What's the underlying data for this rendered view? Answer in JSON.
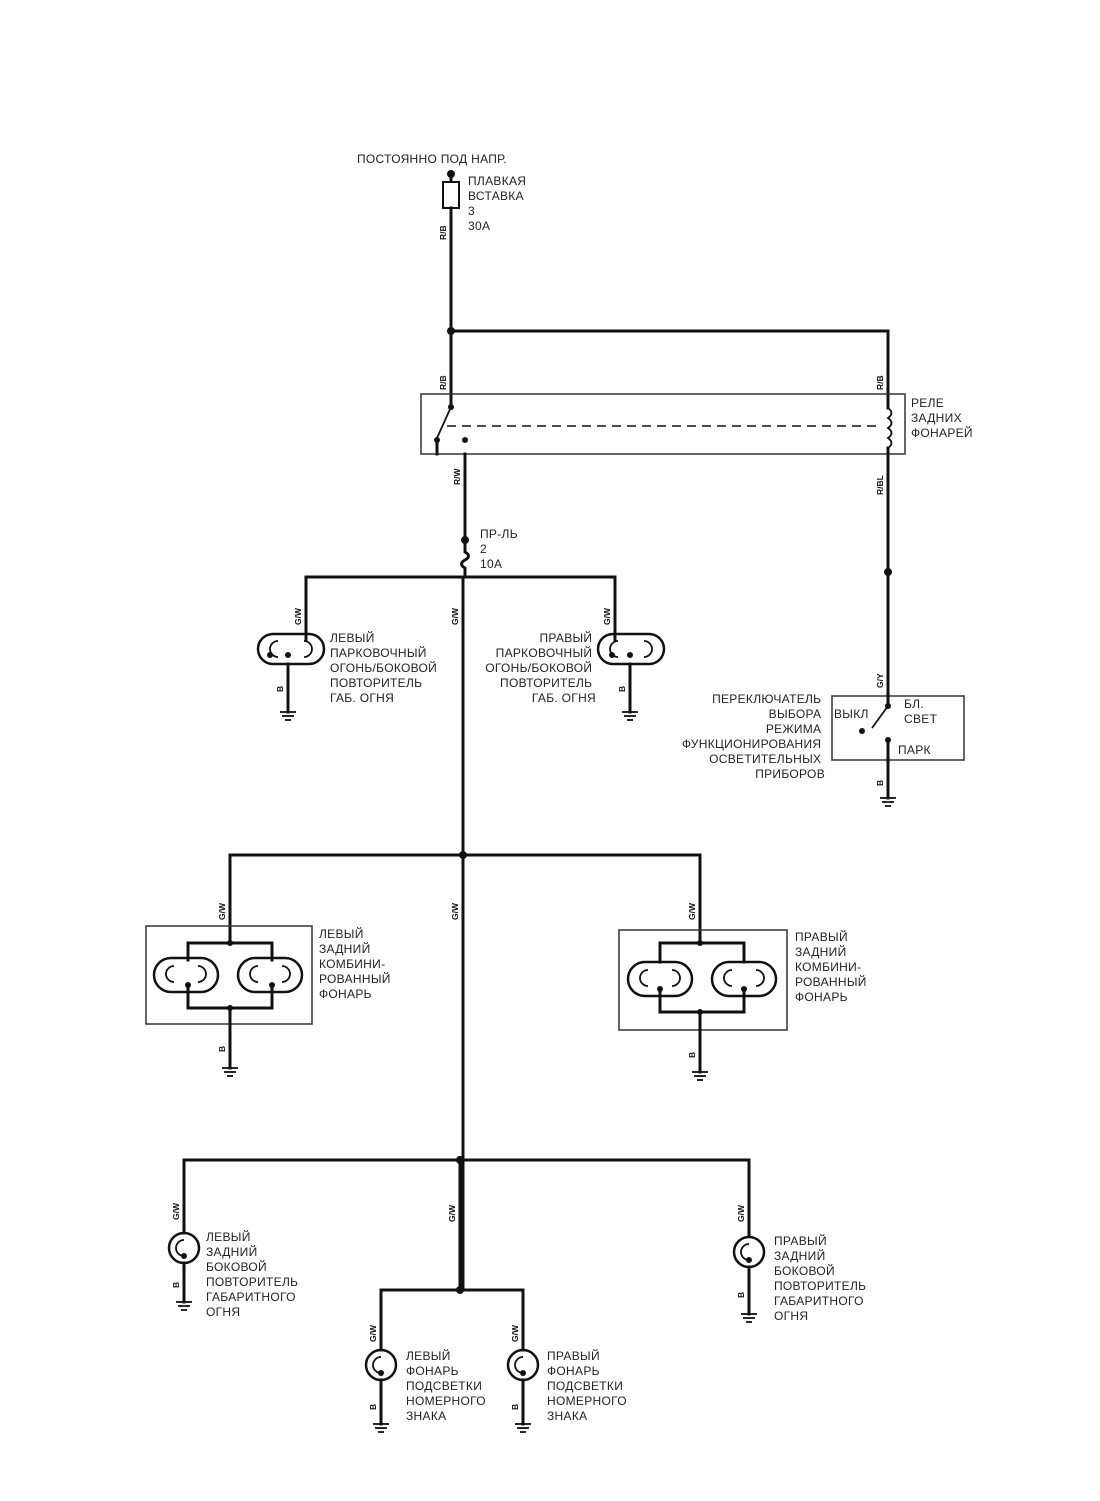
{
  "power": {
    "label": "ПОСТОЯННО ПОД НАПР."
  },
  "fusible_link": {
    "lines": [
      "ПЛАВКАЯ",
      "ВСТАВКА",
      "3",
      "30А"
    ]
  },
  "relay": {
    "lines": [
      "РЕЛЕ",
      "ЗАДНИХ",
      "ФОНАРЕЙ"
    ]
  },
  "fuse": {
    "lines": [
      "ПР-ЛЬ",
      "2",
      "10А"
    ]
  },
  "switch": {
    "lines": [
      "ПЕРЕКЛЮЧАТЕЛЬ",
      "ВЫБОРА",
      "РЕЖИМА",
      "ФУНКЦИОНИРОВАНИЯ",
      "ОСВЕТИТЕЛЬНЫХ",
      "ПРИБОРОВ"
    ],
    "pos_off": "ВЫКЛ",
    "pos_bl": "БЛ.",
    "pos_bl2": "СВЕТ",
    "pos_park": "ПАРК"
  },
  "front_left": {
    "lines": [
      "ЛЕВЫЙ",
      "ПАРКОВОЧНЫЙ",
      "ОГОНЬ/БОКОВОЙ",
      "ПОВТОРИТЕЛЬ",
      "ГАБ. ОГНЯ"
    ]
  },
  "front_right": {
    "lines": [
      "ПРАВЫЙ",
      "ПАРКОВОЧНЫЙ",
      "ОГОНЬ/БОКОВОЙ",
      "ПОВТОРИТЕЛЬ",
      "ГАБ. ОГНЯ"
    ]
  },
  "rear_left": {
    "lines": [
      "ЛЕВЫЙ",
      "ЗАДНИЙ",
      "КОМБИНИ-",
      "РОВАННЫЙ",
      "ФОНАРЬ"
    ]
  },
  "rear_right": {
    "lines": [
      "ПРАВЫЙ",
      "ЗАДНИЙ",
      "КОМБИНИ-",
      "РОВАННЫЙ",
      "ФОНАРЬ"
    ]
  },
  "side_left": {
    "lines": [
      "ЛЕВЫЙ",
      "ЗАДНИЙ",
      "БОКОВОЙ",
      "ПОВТОРИТЕЛЬ",
      "ГАБАРИТНОГО",
      "ОГНЯ"
    ]
  },
  "side_right": {
    "lines": [
      "ПРАВЫЙ",
      "ЗАДНИЙ",
      "БОКОВОЙ",
      "ПОВТОРИТЕЛЬ",
      "ГАБАРИТНОГО",
      "ОГНЯ"
    ]
  },
  "plate_left": {
    "lines": [
      "ЛЕВЫЙ",
      "ФОНАРЬ",
      "ПОДСВЕТКИ",
      "НОМЕРНОГО",
      "ЗНАКА"
    ]
  },
  "plate_right": {
    "lines": [
      "ПРАВЫЙ",
      "ФОНАРЬ",
      "ПОДСВЕТКИ",
      "НОМЕРНОГО",
      "ЗНАКА"
    ]
  },
  "wire_colors": {
    "rb": "R/B",
    "rw": "R/W",
    "rbl": "R/BL",
    "gy": "G/Y",
    "gw": "G/W",
    "b": "B"
  }
}
